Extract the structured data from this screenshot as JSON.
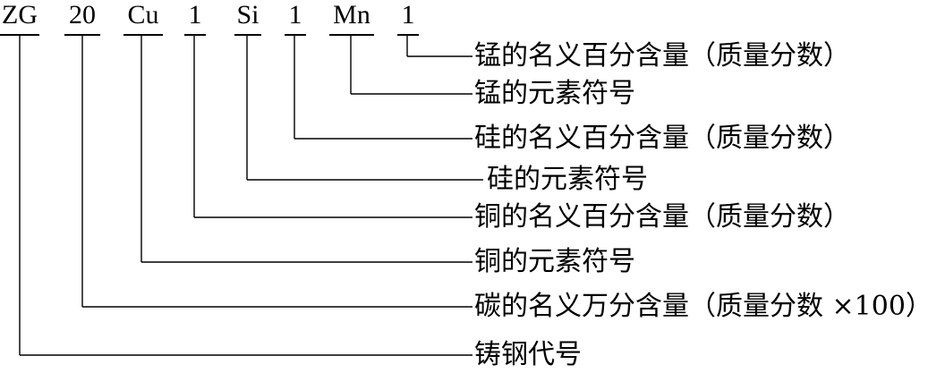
{
  "designation": {
    "parts": [
      "ZG",
      "20",
      "Cu",
      "1",
      "Si",
      "1",
      "Mn",
      "1"
    ]
  },
  "annotations": [
    "锰的名义百分含量（质量分数）",
    "锰的元素符号",
    "硅的名义百分含量（质量分数）",
    "硅的元素符号",
    "铜的名义百分含量（质量分数）",
    "铜的元素符号",
    "碳的名义万分含量（质量分数 ×100）",
    "铸钢代号"
  ]
}
